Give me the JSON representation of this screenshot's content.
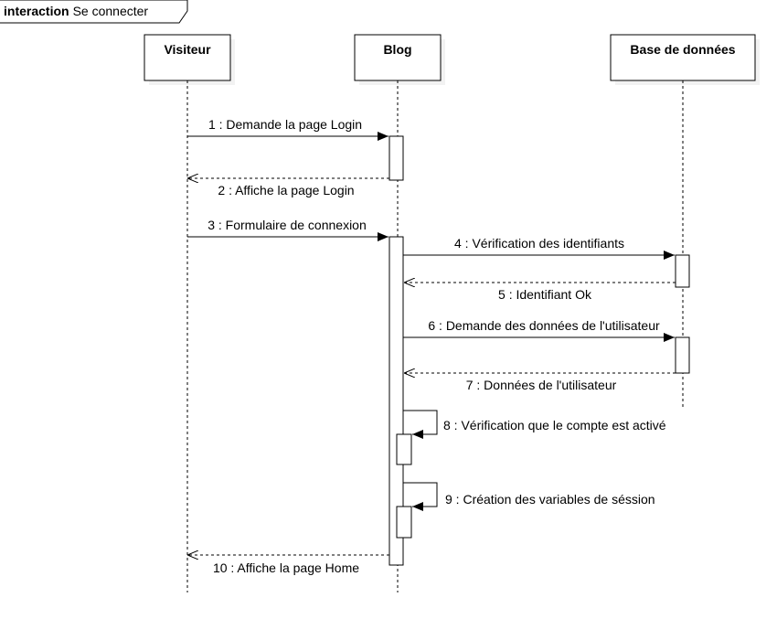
{
  "frame": {
    "keyword": "interaction",
    "name": "Se connecter"
  },
  "lifelines": [
    {
      "name": "Visiteur"
    },
    {
      "name": "Blog"
    },
    {
      "name": "Base de données"
    }
  ],
  "messages": [
    {
      "label": "1 : Demande la page Login",
      "kind": "sync"
    },
    {
      "label": "2 : Affiche la page Login",
      "kind": "return"
    },
    {
      "label": "3 : Formulaire de connexion",
      "kind": "sync"
    },
    {
      "label": "4 : Vérification des identifiants",
      "kind": "sync"
    },
    {
      "label": "5 : Identifiant Ok",
      "kind": "return"
    },
    {
      "label": "6 : Demande des données de l'utilisateur",
      "kind": "sync"
    },
    {
      "label": "7 : Données de l'utilisateur",
      "kind": "return"
    },
    {
      "label": "8 : Vérification que le compte est activé",
      "kind": "self"
    },
    {
      "label": "9 : Création des variables de séssion",
      "kind": "self"
    },
    {
      "label": "10 : Affiche la page Home",
      "kind": "return"
    }
  ]
}
